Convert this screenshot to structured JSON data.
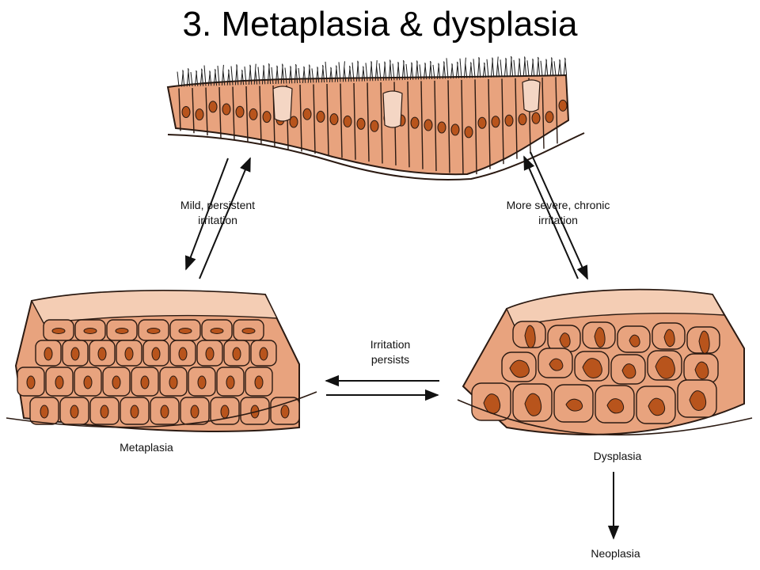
{
  "title": "3. Metaplasia & dysplasia",
  "labels": {
    "mild_line1": "Mild, persistent",
    "mild_line2": "irritation",
    "severe_line1": "More severe, chronic",
    "severe_line2": "irritation",
    "persists_line1": "Irritation",
    "persists_line2": "persists",
    "metaplasia": "Metaplasia",
    "dysplasia": "Dysplasia",
    "neoplasia": "Neoplasia"
  },
  "colors": {
    "cell_fill": "#e8a37e",
    "cell_light": "#f4cdb4",
    "nucleus": "#b8541c",
    "outline": "#2b1a12"
  }
}
